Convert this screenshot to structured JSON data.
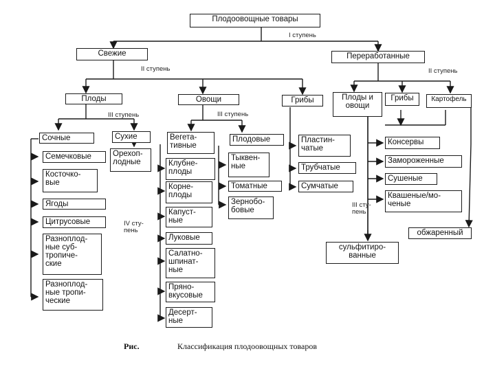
{
  "root": "Плодоовощные товары",
  "stage_labels": {
    "I": "I ступень",
    "II_left": "II ступень",
    "II_right": "II ступень",
    "III_fruits": "III ступень",
    "III_veg": "III ступень",
    "IV": "IV сту-\nпень",
    "III_processed": "III сту-\nпень"
  },
  "level2": {
    "fresh": "Свежие",
    "processed": "Переработанные"
  },
  "level3": {
    "fruits": "Плоды",
    "vegetables": "Овощи",
    "mushrooms": "Грибы",
    "fruit_veg": "Плоды и\nовощи",
    "mushrooms2": "Грибы",
    "potato": "Картофель"
  },
  "fruits": {
    "juicy": "Сочные",
    "dry": "Сухие",
    "nuts": "Орехоп-\nлодные",
    "juicy_items": [
      "Семечковые",
      "Косточко-\nвые",
      "Ягоды",
      "Цитрусовые",
      "Разноплод-\nные суб-\nтропиче-\nские",
      "Разноплод-\nные тропи-\nческие"
    ]
  },
  "vegetables": {
    "vegetative": "Вегета-\nтивные",
    "fruiting": "Плодовые",
    "vegetative_items": [
      "Клубне-\nплоды",
      "Корне-\nплоды",
      "Капуст-\nные",
      "Луковые",
      "Салатно-\nшпинат-\nные",
      "Пряно-\nвкусовые",
      "Десерт-\nные"
    ],
    "fruiting_items": [
      "Тыквен-\nные",
      "Томатные",
      "Зернобо-\nбовые"
    ]
  },
  "mushrooms": {
    "items": [
      "Пластин-\nчатые",
      "Трубчатые",
      "Сумчатые"
    ]
  },
  "processed": {
    "methods": [
      "Консервы",
      "Замороженные",
      "Сушеные",
      "Квашеные/мо-\nченые"
    ],
    "sulfited": "сульфитиро-\nванные",
    "fried": "обжаренный"
  },
  "caption": {
    "prefix": "Рис.",
    "text": "Классификация плодоовощных товаров"
  }
}
